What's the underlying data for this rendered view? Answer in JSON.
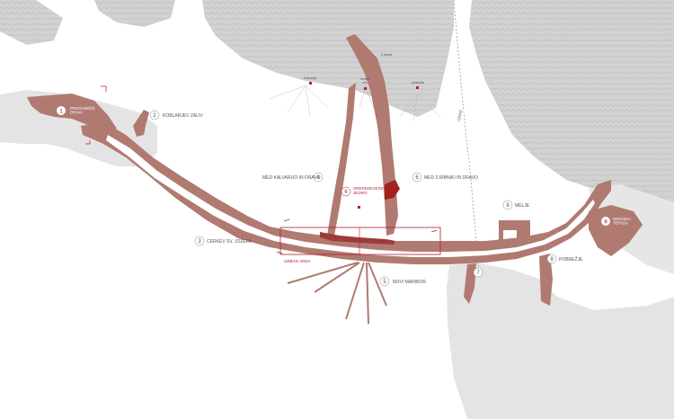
{
  "palette": {
    "terrain": "#cfcfcf",
    "terrain_light": "#dcdcdc",
    "riverbank": "#e4e4e4",
    "built": "#b07a71",
    "accent": "#b01f2e",
    "label": "#555555"
  },
  "places": [
    {
      "num": "1",
      "label": "PRISTANIŠČE\nDRAVA"
    },
    {
      "num": "2",
      "label": "KOBLARJEV ZALIV"
    },
    {
      "num": "3",
      "label": "CERKEV SV. JOŽEFA"
    },
    {
      "num": "4",
      "label": "MED KALVARIJO IN DRAVO"
    },
    {
      "num": "5",
      "label": "NOVI MARIBOR"
    },
    {
      "num": "6",
      "label": "SREDNJEVEŠKO\nJEDRO"
    },
    {
      "num": "6",
      "label": "MED 3 RIBNIKI IN DRAVO"
    },
    {
      "num": "7",
      "label": ""
    },
    {
      "num": "8",
      "label": "MELJE"
    },
    {
      "num": "8",
      "label": "POBREŽJE"
    },
    {
      "num": "9",
      "label": "DRAVSKA\nTERASA"
    }
  ],
  "hill_points": {
    "kalvarija": "Kalvarija",
    "mestni_vrh": "mestni\nvrh",
    "piramida": "piramida",
    "3_ribniki": "3 ribniki"
  },
  "annotations": {
    "urban_area": "URBAN AREA",
    "railway": "GRAD"
  }
}
